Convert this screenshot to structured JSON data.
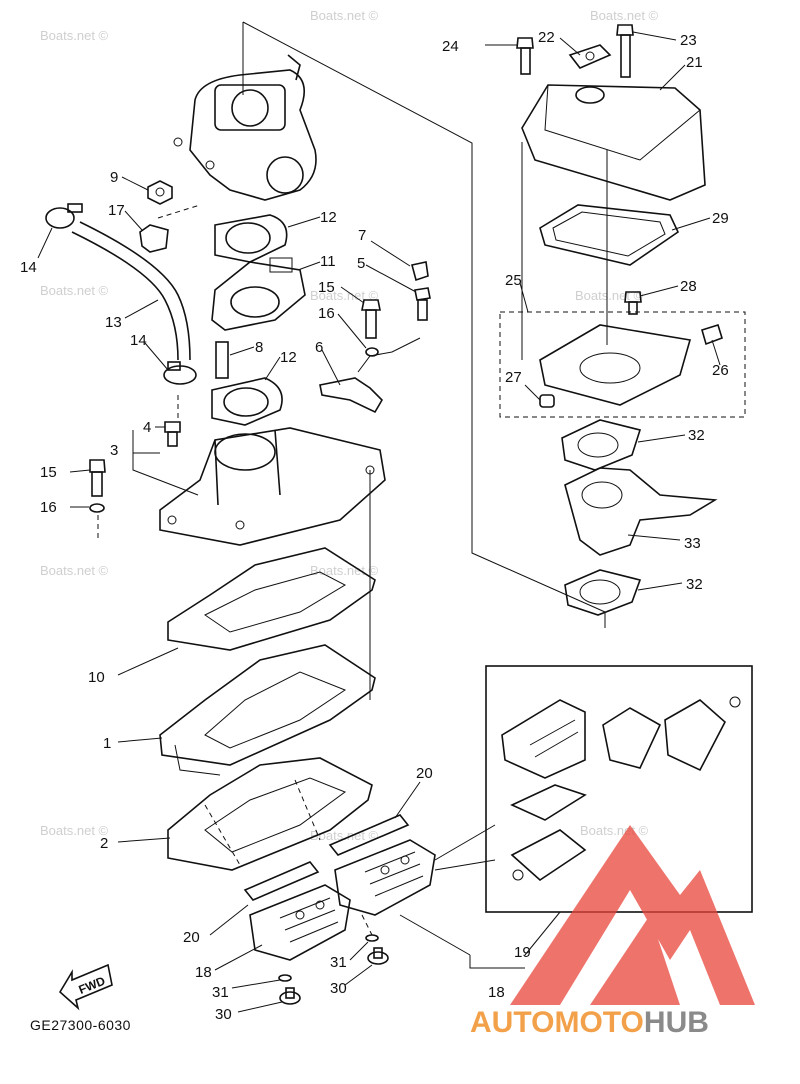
{
  "watermark": "Boats.net ©",
  "diagram_code": "GE27300-6030",
  "fwd_label": "FWD",
  "brand": {
    "part1": "AUTO",
    "part2": "MOTO",
    "part3": "HUB",
    "color_red": "#e8443a",
    "color_orange": "#f2a14a",
    "color_gray": "#8a8a8a"
  },
  "callouts": {
    "c1": "1",
    "c2": "2",
    "c3": "3",
    "c4": "4",
    "c5": "5",
    "c6": "6",
    "c7": "7",
    "c8": "8",
    "c9": "9",
    "c10": "10",
    "c11": "11",
    "c12a": "12",
    "c12b": "12",
    "c13": "13",
    "c14a": "14",
    "c14b": "14",
    "c15a": "15",
    "c15b": "15",
    "c16a": "16",
    "c16b": "16",
    "c17": "17",
    "c18a": "18",
    "c18b": "18",
    "c19": "19",
    "c20a": "20",
    "c20b": "20",
    "c21": "21",
    "c22": "22",
    "c23": "23",
    "c24": "24",
    "c25": "25",
    "c26": "26",
    "c27": "27",
    "c28": "28",
    "c29": "29",
    "c30a": "30",
    "c30b": "30",
    "c31a": "31",
    "c31b": "31",
    "c32a": "32",
    "c32b": "32",
    "c33": "33"
  }
}
